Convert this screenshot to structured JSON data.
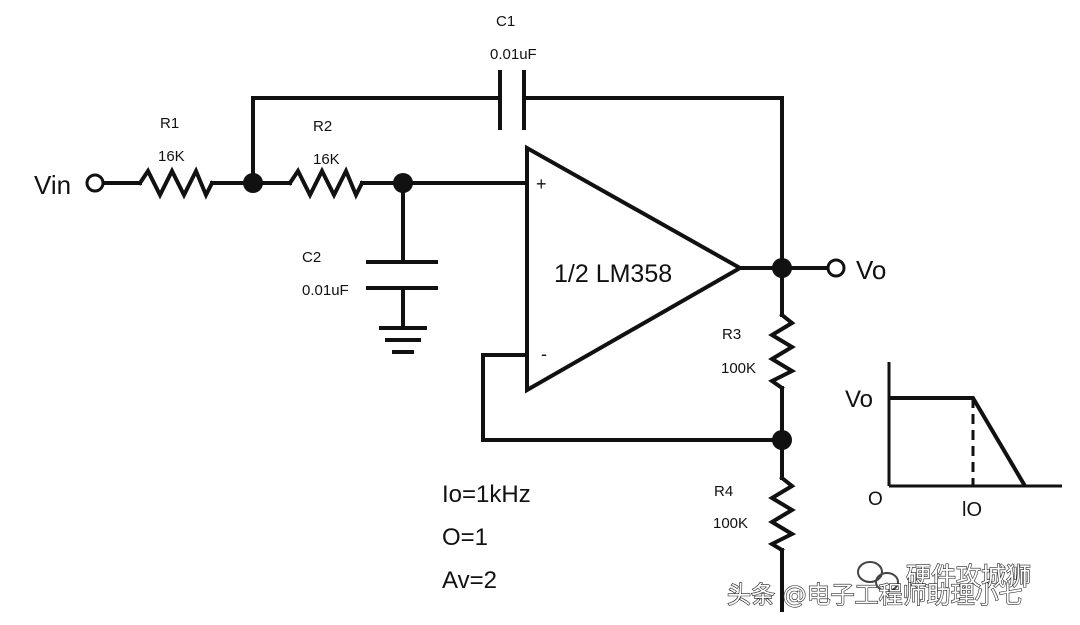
{
  "circuit": {
    "input_label": "Vin",
    "output_label": "Vo",
    "opamp_label": "1/2 LM358",
    "plus_sign": "+",
    "minus_sign": "-",
    "components": {
      "r1": {
        "name": "R1",
        "value": "16K"
      },
      "r2": {
        "name": "R2",
        "value": "16K"
      },
      "r3": {
        "name": "R3",
        "value": "100K"
      },
      "r4": {
        "name": "R4",
        "value": "100K"
      },
      "c1": {
        "name": "C1",
        "value": "0.01uF"
      },
      "c2": {
        "name": "C2",
        "value": "0.01uF"
      }
    },
    "specs": [
      "Io=1kHz",
      "O=1",
      "Av=2"
    ]
  },
  "response_plot": {
    "y_label": "Vo",
    "origin_label": "O",
    "x_mark_label": "lO"
  },
  "watermarks": {
    "wechat": "硬件攻城狮",
    "toutiao": "头条 @电子工程师助理小七"
  }
}
